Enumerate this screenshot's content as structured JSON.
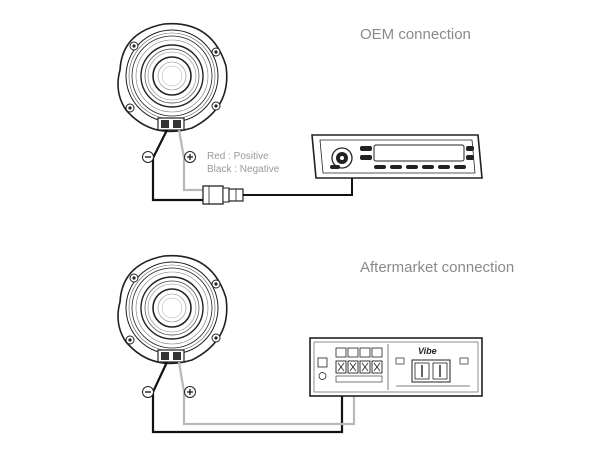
{
  "oem": {
    "title": "OEM connection",
    "legend_red": "Red : Positive",
    "legend_black": "Black : Negative"
  },
  "aftermarket": {
    "title": "Aftermarket connection"
  },
  "amplifier": {
    "brand": "Vibe"
  },
  "colors": {
    "black_wire": "#111111",
    "positive_wire": "#b8b8b8",
    "line": "#222222",
    "label": "#8a8a8a"
  },
  "icons": [
    "speaker-icon",
    "head-unit-icon",
    "amplifier-icon",
    "minus-icon",
    "plus-icon",
    "connector-icon"
  ]
}
